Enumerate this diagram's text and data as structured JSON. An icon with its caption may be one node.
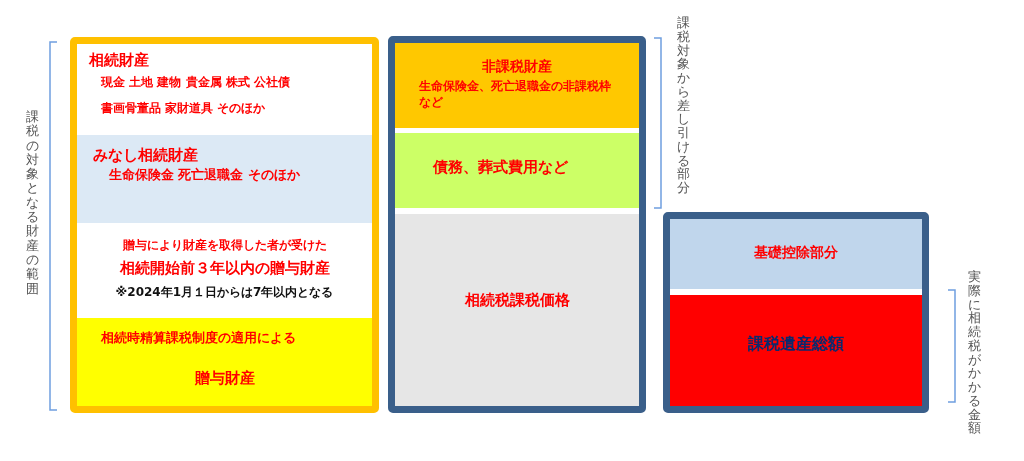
{
  "diagram": {
    "nodes": [
      {
        "text": [],
        "shape": "box"
      },
      {
        "text": [
          "相続財産",
          "現金 土地 建物 貴金属 株式 公社債",
          "書画骨董品 家財道具 そのほか"
        ],
        "in": 0
      },
      {
        "text": [
          "みなし相続財産",
          "生命保険金 死亡退職金 そのほか"
        ],
        "in": 0
      },
      {
        "text": [
          "贈与により財産を取得した者が受けた",
          "相続開始前３年以内の贈与財産",
          "※2024年1月１日からは7年以内となる"
        ],
        "in": 0
      },
      {
        "text": [
          "相続時精算課税制度の適用による",
          "贈与財産"
        ],
        "in": 0
      },
      {
        "text": [],
        "shape": "box"
      },
      {
        "text": [
          "非課税財産",
          "生命保険金、死亡退職金の非課税枠など"
        ],
        "in": 5
      },
      {
        "text": [
          "債務、葬式費用など"
        ],
        "in": 5
      },
      {
        "text": [
          "相続税課税価格"
        ],
        "in": 5
      },
      {
        "text": [],
        "shape": "box"
      },
      {
        "text": [
          "基礎控除部分"
        ],
        "in": 9
      },
      {
        "text": [
          "課税遺産総額"
        ],
        "in": 9
      }
    ],
    "edges": [],
    "labels": [
      "課税の対象となる財産の範囲",
      "課税対象から差し引ける部分",
      "実際に相続税がかかる金額"
    ]
  }
}
